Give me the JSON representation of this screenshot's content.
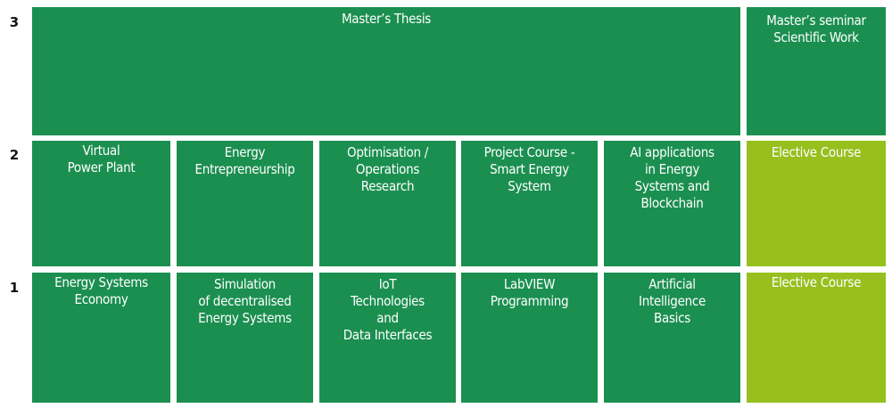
{
  "colors": {
    "core_module": "#1b8f50",
    "elective": "#97bf1e",
    "background": "#ffffff"
  },
  "semesters": [
    {
      "label": "3"
    },
    {
      "label": "2"
    },
    {
      "label": "1"
    }
  ],
  "semester3": {
    "thesis": "Master’s Thesis",
    "seminar": "Master’s seminar\nScientific Work"
  },
  "semester2": {
    "modules": [
      "Virtual\nPower Plant",
      "Energy\nEntrepreneurship",
      "Optimisation /\nOperations\nResearch",
      "Project Course -\nSmart Energy\nSystem",
      "AI applications\nin Energy\nSystems and\nBlockchain",
      "Elective Course"
    ]
  },
  "semester1": {
    "modules": [
      "Energy Systems\nEconomy",
      "Simulation\nof decentralised\nEnergy Systems",
      "IoT\nTechnologies\nand\nData Interfaces",
      "LabVIEW\nProgramming",
      "Artificial\nIntelligence\nBasics",
      "Elective Course"
    ]
  }
}
